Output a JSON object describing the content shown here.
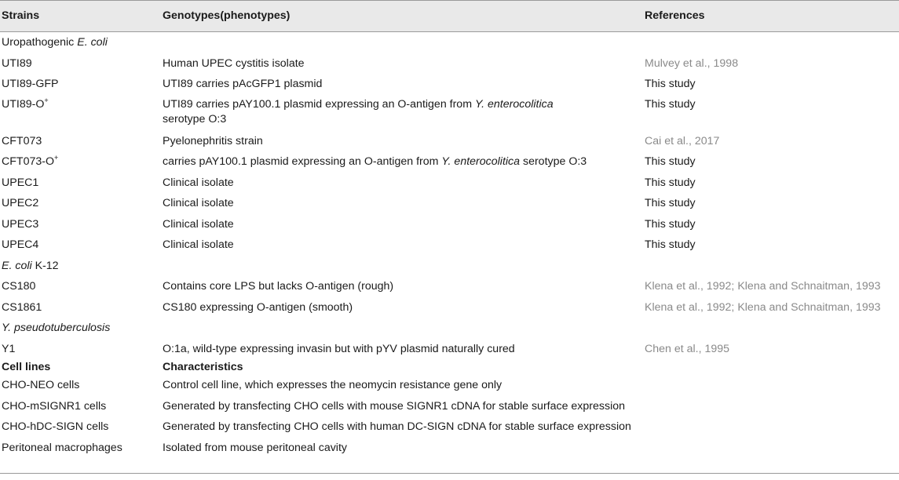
{
  "header": {
    "col1": "Strains",
    "col2": "Genotypes(phenotypes)",
    "col3": "References"
  },
  "groups": {
    "upec_label_plain": "Uropathogenic ",
    "upec_label_italic": "E. coli",
    "k12_label_italic": "E. coli",
    "k12_label_plain": " K-12",
    "yersinia_label_italic": "Y. pseudotuberculosis"
  },
  "rows": [
    {
      "strain": "UTI89",
      "genotype": "Human UPEC cystitis isolate",
      "ref": "Mulvey et al., 1998"
    },
    {
      "strain": "UTI89-GFP",
      "genotype": "UTI89 carries pAcGFP1 plasmid",
      "ref": "This study"
    },
    {
      "strain": "UTI89-O",
      "strain_sup": "+",
      "genotype_a": "UTI89 carries pAY100.1 plasmid expressing an O-antigen from ",
      "genotype_italic": "Y. enterocolitica",
      "genotype_b": "serotype O:3",
      "ref": "This study"
    },
    {
      "strain": "CFT073",
      "genotype": "Pyelonephritis strain",
      "ref": "Cai et al., 2017"
    },
    {
      "strain": "CFT073-O",
      "strain_sup": "+",
      "genotype_a": "carries pAY100.1 plasmid expressing an O-antigen from ",
      "genotype_italic": "Y. enterocolitica",
      "genotype_b": " serotype O:3",
      "ref": "This study"
    },
    {
      "strain": "UPEC1",
      "genotype": "Clinical isolate",
      "ref": "This study"
    },
    {
      "strain": "UPEC2",
      "genotype": "Clinical isolate",
      "ref": "This study"
    },
    {
      "strain": "UPEC3",
      "genotype": "Clinical isolate",
      "ref": "This study"
    },
    {
      "strain": "UPEC4",
      "genotype": "Clinical isolate",
      "ref": "This study"
    },
    {
      "strain": "CS180",
      "genotype": "Contains core LPS but lacks O-antigen (rough)",
      "ref": "Klena et al., 1992; Klena and Schnaitman, 1993"
    },
    {
      "strain": "CS1861",
      "genotype": "CS180 expressing O-antigen (smooth)",
      "ref": "Klena et al., 1992; Klena and Schnaitman, 1993"
    },
    {
      "strain": "Y1",
      "genotype": "O:1a, wild-type expressing invasin but with pYV plasmid naturally cured",
      "ref": "Chen et al., 1995"
    }
  ],
  "cell_header": {
    "col1": "Cell lines",
    "col2": "Characteristics"
  },
  "cells": [
    {
      "name": "CHO-NEO cells",
      "desc": "Control cell line, which expresses the neomycin resistance gene only"
    },
    {
      "name": "CHO-mSIGNR1 cells",
      "desc": "Generated by transfecting CHO cells with mouse SIGNR1 cDNA for stable surface expression"
    },
    {
      "name": "CHO-hDC-SIGN cells",
      "desc": "Generated by transfecting CHO cells with human DC-SIGN cDNA for stable surface expression"
    },
    {
      "name": "Peritoneal macrophages",
      "desc": "Isolated from mouse peritoneal cavity"
    }
  ],
  "colors": {
    "header_bg": "#e9e9e9",
    "rule": "#9a9a9a",
    "ref_link": "#8a8a8a"
  }
}
